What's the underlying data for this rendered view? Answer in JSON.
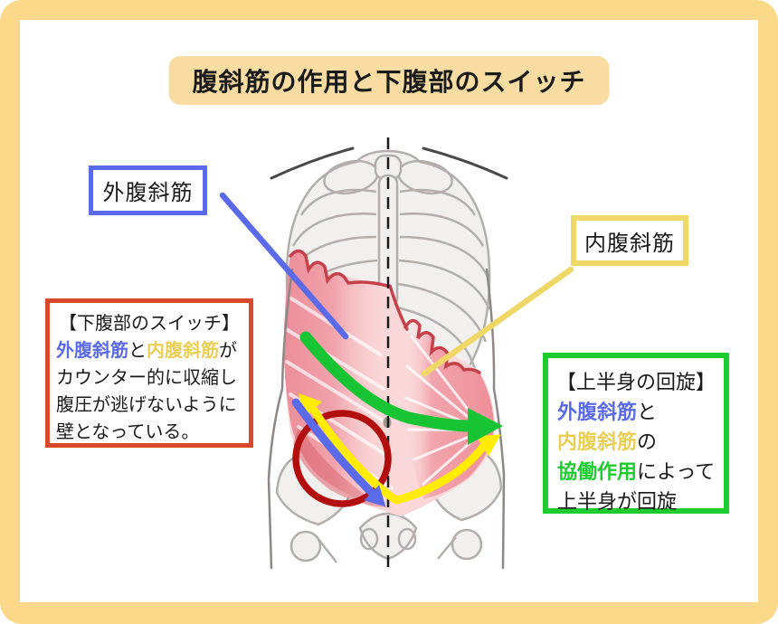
{
  "title": "腹斜筋の作用と下腹部のスイッチ",
  "labels": {
    "external_oblique": "外腹斜筋",
    "internal_oblique": "内腹斜筋"
  },
  "left_box": {
    "heading": "【下腹部のスイッチ】",
    "line1": {
      "ext": "外腹斜筋",
      "and": "と",
      "int": "内腹斜筋",
      "ga": "が"
    },
    "line2": "カウンター的に収縮し",
    "line3": "腹圧が逃げないように",
    "line4": "壁となっている。"
  },
  "right_box": {
    "heading": "【上半身の回旋】",
    "l1a": "外腹斜筋",
    "l1b": "と",
    "l2a": "内腹斜筋",
    "l2b": "の",
    "l3a": "協働作用",
    "l3b": "によって",
    "l4": "上半身が回旋"
  },
  "illustration": {
    "subject": "anterior torso: ribcage, external/internal oblique muscles, pelvis",
    "annotations": [
      "blue-pointer-line-to-external-oblique",
      "yellow-pointer-line-to-internal-oblique",
      "green-rotation-arrow",
      "yellow-double-arrow-oblique-directions",
      "blue-arrow-external-oblique-direction",
      "red-circle-lower-abdomen-switch",
      "dashed-midline-axis"
    ]
  },
  "colors": {
    "frame": "#FCD98A",
    "banner": "#F8DCA1",
    "blue": "#5A6AE8",
    "yellow_label": "#EFD868",
    "yellow_text": "#E9CE54",
    "yellow_arrow": "#FFEC00",
    "green": "#1DCC2E",
    "green_arrow": "#17C434",
    "red_box": "#D7492A",
    "red_circle": "#B30E0E",
    "muscle_dark": "#EE96A0",
    "muscle_light": "#FAD8D9",
    "muscle_edge": "#C6404A",
    "bone_fill": "#F2F0EE",
    "bone_stroke": "#B3AEAB",
    "body_line": "#8D8885",
    "text": "#1A1A1A"
  }
}
